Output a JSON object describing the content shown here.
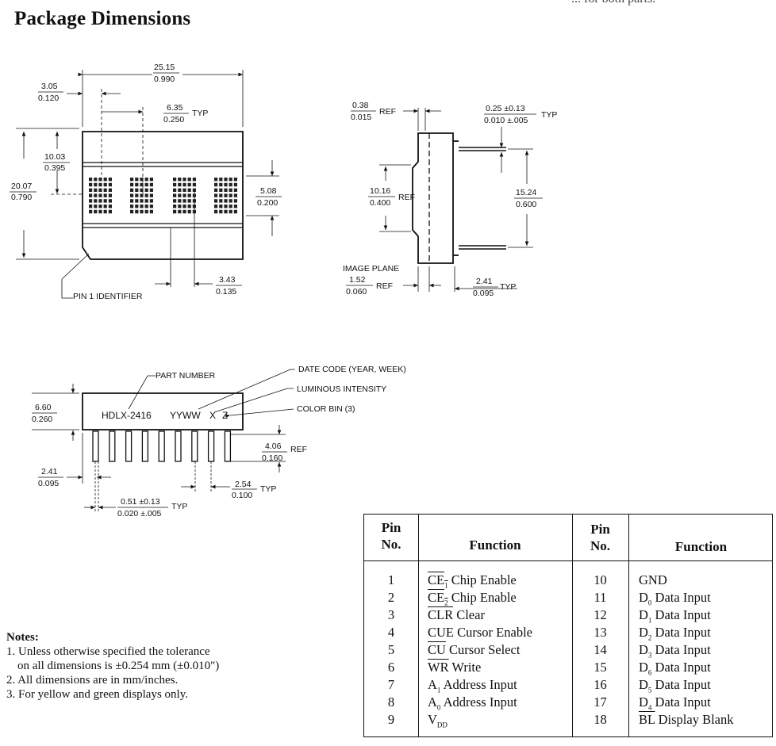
{
  "page": {
    "title": "Package Dimensions",
    "top_cut_text": "... for both parts."
  },
  "front_view": {
    "width_mm": "25.15",
    "width_in": "0.990",
    "left_offset_mm": "3.05",
    "left_offset_in": "0.120",
    "pitch_mm": "6.35",
    "pitch_in": "0.250",
    "pitch_note": "TYP",
    "center_mm": "10.03",
    "center_in": "0.395",
    "height_mm": "20.07",
    "height_in": "0.790",
    "char_h_mm": "5.08",
    "char_h_in": "0.200",
    "bottom_mm": "3.43",
    "bottom_in": "0.135",
    "pin1_label": "PIN 1 IDENTIFIER"
  },
  "side_view": {
    "top_ref_mm": "0.38",
    "top_ref_in": "0.015",
    "ref": "REF",
    "lead_mm": "0.25 ±0.13",
    "lead_in": "0.010 ±.005",
    "typ": "TYP",
    "window_mm": "10.16",
    "window_in": "0.400",
    "span_mm": "15.24",
    "span_in": "0.600",
    "image_plane": "IMAGE PLANE",
    "plane_mm": "1.52",
    "plane_in": "0.060",
    "offset_mm": "2.41",
    "offset_in": "0.095"
  },
  "bottom_view": {
    "part_number_label": "PART NUMBER",
    "date_code_label": "DATE CODE (YEAR, WEEK)",
    "luminous_label": "LUMINOUS INTENSITY",
    "color_bin_label": "COLOR BIN (3)",
    "marking_part": "HDLX-2416",
    "marking_date": "YYWW",
    "marking_x": "X",
    "marking_z": "Z",
    "body_h_mm": "6.60",
    "body_h_in": "0.260",
    "lead_len_mm": "4.06",
    "lead_len_in": "0.160",
    "ref": "REF",
    "pin_offset_mm": "2.41",
    "pin_offset_in": "0.095",
    "pitch_mm": "2.54",
    "pitch_in": "0.100",
    "typ": "TYP",
    "lead_w_mm": "0.51 ±0.13",
    "lead_w_in": "0.020 ±.005"
  },
  "notes": {
    "heading": "Notes:",
    "n1a": "1. Unless otherwise specified the tolerance",
    "n1b": "on all dimensions is ±0.254 mm (±0.010\")",
    "n2": "2. All dimensions are in mm/inches.",
    "n3": "3. For yellow and green displays only."
  },
  "pin_table": {
    "h_pin_1": "Pin",
    "h_no_1": "No.",
    "h_function_1": "Function",
    "h_pin_2": "Pin",
    "h_no_2": "No.",
    "h_function_2": "Function",
    "left_rows": [
      {
        "pin": "1",
        "sig": "CE",
        "sub": "1",
        "over": true,
        "desc": " Chip Enable"
      },
      {
        "pin": "2",
        "sig": "CE",
        "sub": "2",
        "over": true,
        "desc": " Chip Enable"
      },
      {
        "pin": "3",
        "sig": "CLR",
        "sub": "",
        "over": true,
        "desc": " Clear"
      },
      {
        "pin": "4",
        "sig": "CUE",
        "sub": "",
        "over": false,
        "desc": " Cursor Enable"
      },
      {
        "pin": "5",
        "sig": "CU",
        "sub": "",
        "over": true,
        "desc": " Cursor Select"
      },
      {
        "pin": "6",
        "sig": "WR",
        "sub": "",
        "over": true,
        "desc": " Write"
      },
      {
        "pin": "7",
        "sig": "A",
        "sub": "1",
        "over": false,
        "desc": " Address Input"
      },
      {
        "pin": "8",
        "sig": "A",
        "sub": "0",
        "over": false,
        "desc": " Address Input"
      },
      {
        "pin": "9",
        "sig": "V",
        "sub": "DD",
        "over": false,
        "desc": ""
      }
    ],
    "right_rows": [
      {
        "pin": "10",
        "sig": "GND",
        "sub": "",
        "over": false,
        "desc": ""
      },
      {
        "pin": "11",
        "sig": "D",
        "sub": "0",
        "over": false,
        "desc": " Data Input"
      },
      {
        "pin": "12",
        "sig": "D",
        "sub": "1",
        "over": false,
        "desc": " Data Input"
      },
      {
        "pin": "13",
        "sig": "D",
        "sub": "2",
        "over": false,
        "desc": " Data Input"
      },
      {
        "pin": "14",
        "sig": "D",
        "sub": "3",
        "over": false,
        "desc": " Data Input"
      },
      {
        "pin": "15",
        "sig": "D",
        "sub": "6",
        "over": false,
        "desc": " Data Input"
      },
      {
        "pin": "16",
        "sig": "D",
        "sub": "5",
        "over": false,
        "desc": " Data Input"
      },
      {
        "pin": "17",
        "sig": "D",
        "sub": "4",
        "over": false,
        "desc": " Data Input"
      },
      {
        "pin": "18",
        "sig": "BL",
        "sub": "",
        "over": true,
        "desc": " Display Blank"
      }
    ]
  }
}
